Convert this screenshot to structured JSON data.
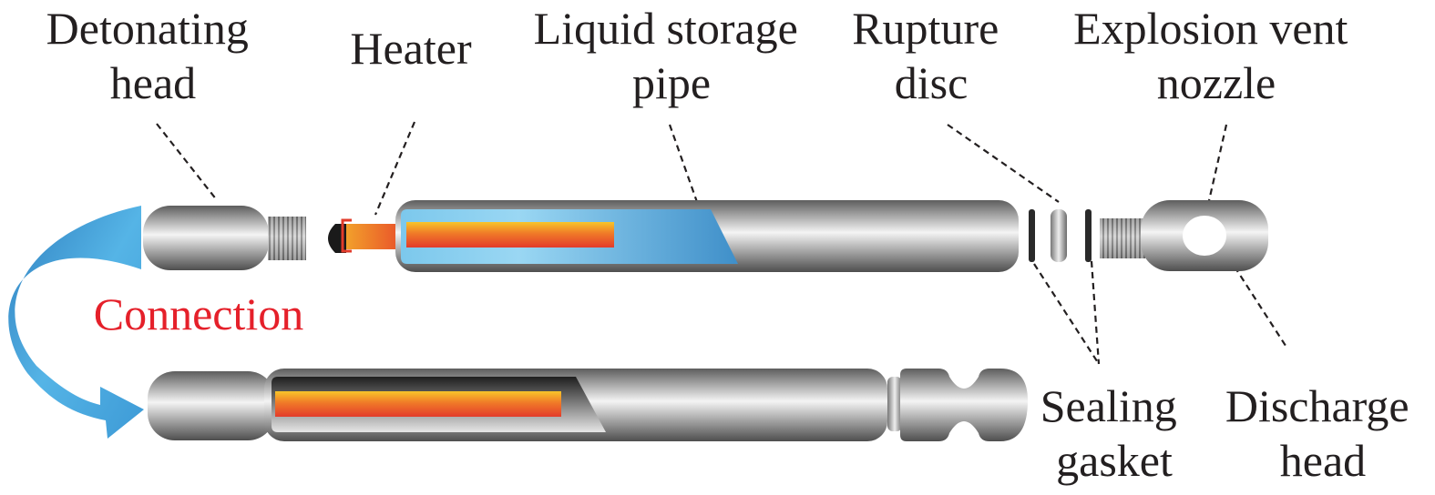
{
  "labels": {
    "detonating_head": [
      "Detonating",
      "head"
    ],
    "heater": "Heater",
    "liquid_storage_pipe": [
      "Liquid storage",
      "pipe"
    ],
    "rupture_disc": [
      "Rupture",
      "disc"
    ],
    "explosion_vent_nozzle": [
      "Explosion vent",
      "nozzle"
    ],
    "sealing_gasket": [
      "Sealing",
      "gasket"
    ],
    "discharge_head": [
      "Discharge",
      "head"
    ],
    "connection": "Connection"
  },
  "colors": {
    "text": "#231f20",
    "connection_text": "#e5202a",
    "arrow": "#3a8fd0",
    "liquid": "#4a9fd6",
    "heater": "#e8562a",
    "metal": "#b8b8b8"
  }
}
